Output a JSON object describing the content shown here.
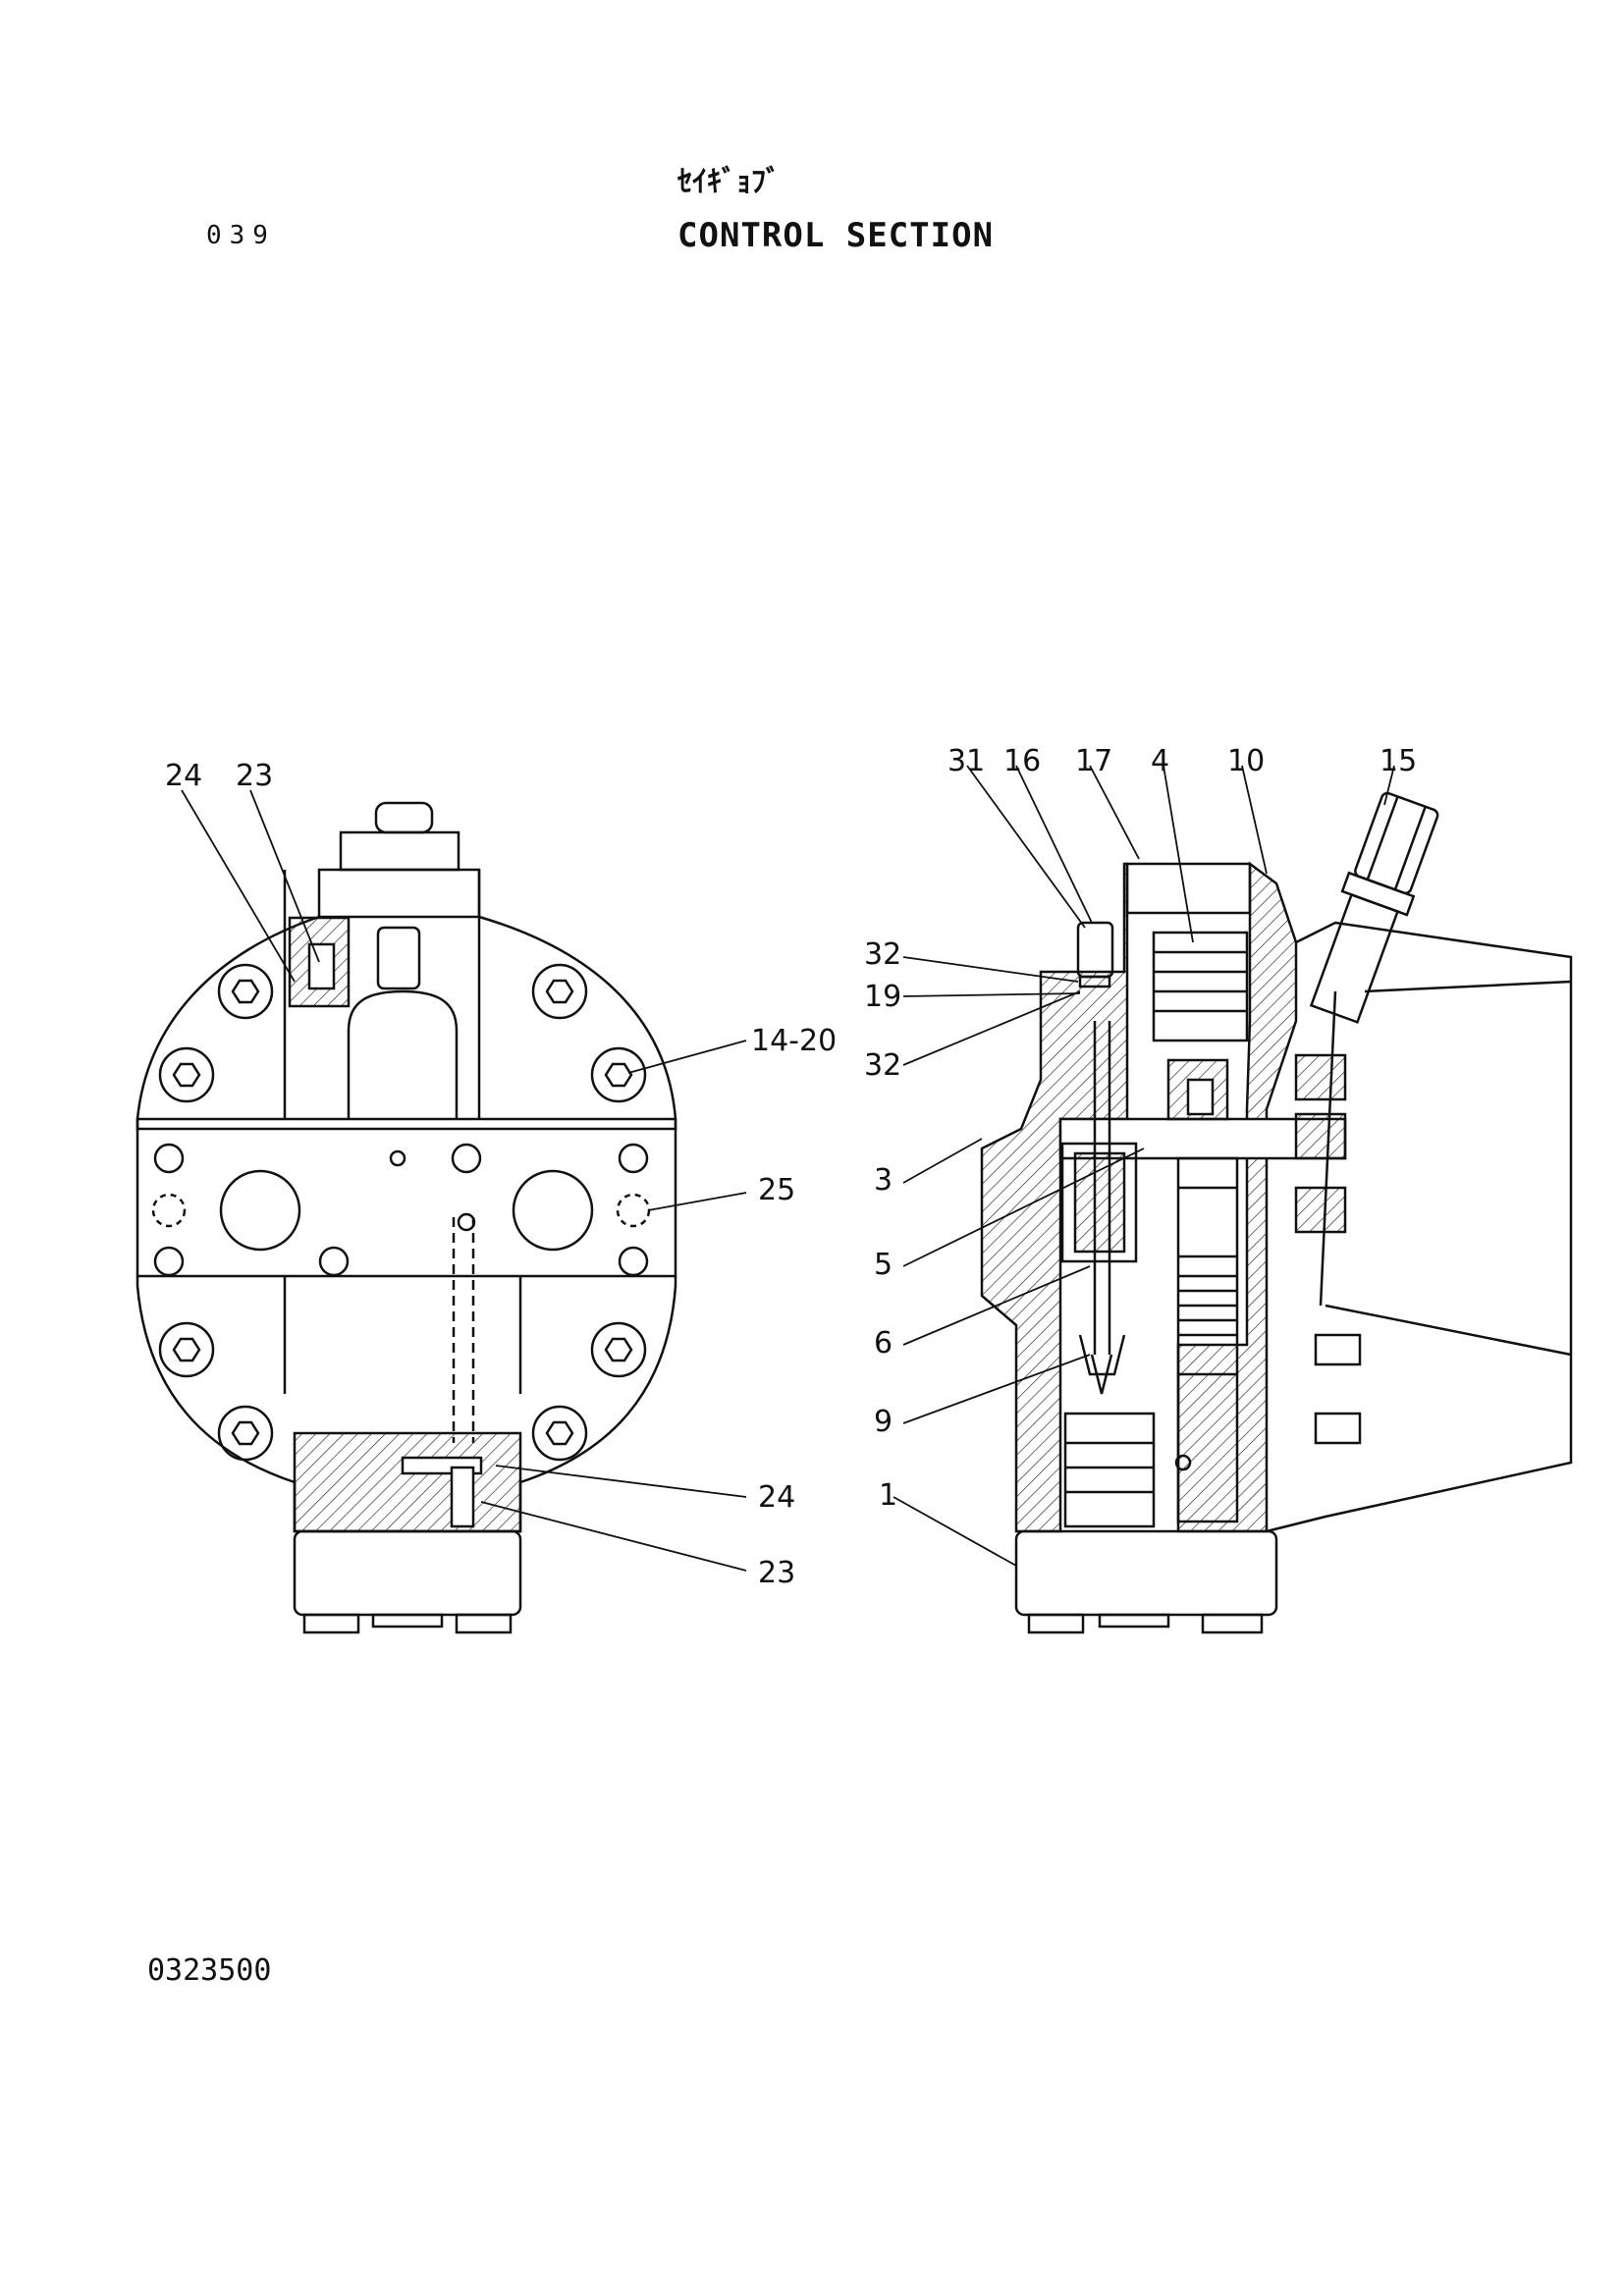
{
  "header": {
    "page_number": "039",
    "title_kana": "ｾｲｷﾞｮﾌﾞ",
    "title": "CONTROL SECTION"
  },
  "footer": {
    "drawing_number": "0323500"
  },
  "callouts": {
    "left_view": [
      "24",
      "23",
      "14-20",
      "25",
      "24",
      "23"
    ],
    "right_view": [
      "31",
      "16",
      "17",
      "4",
      "10",
      "15",
      "32",
      "19",
      "32",
      "3",
      "5",
      "6",
      "9",
      "1"
    ]
  }
}
